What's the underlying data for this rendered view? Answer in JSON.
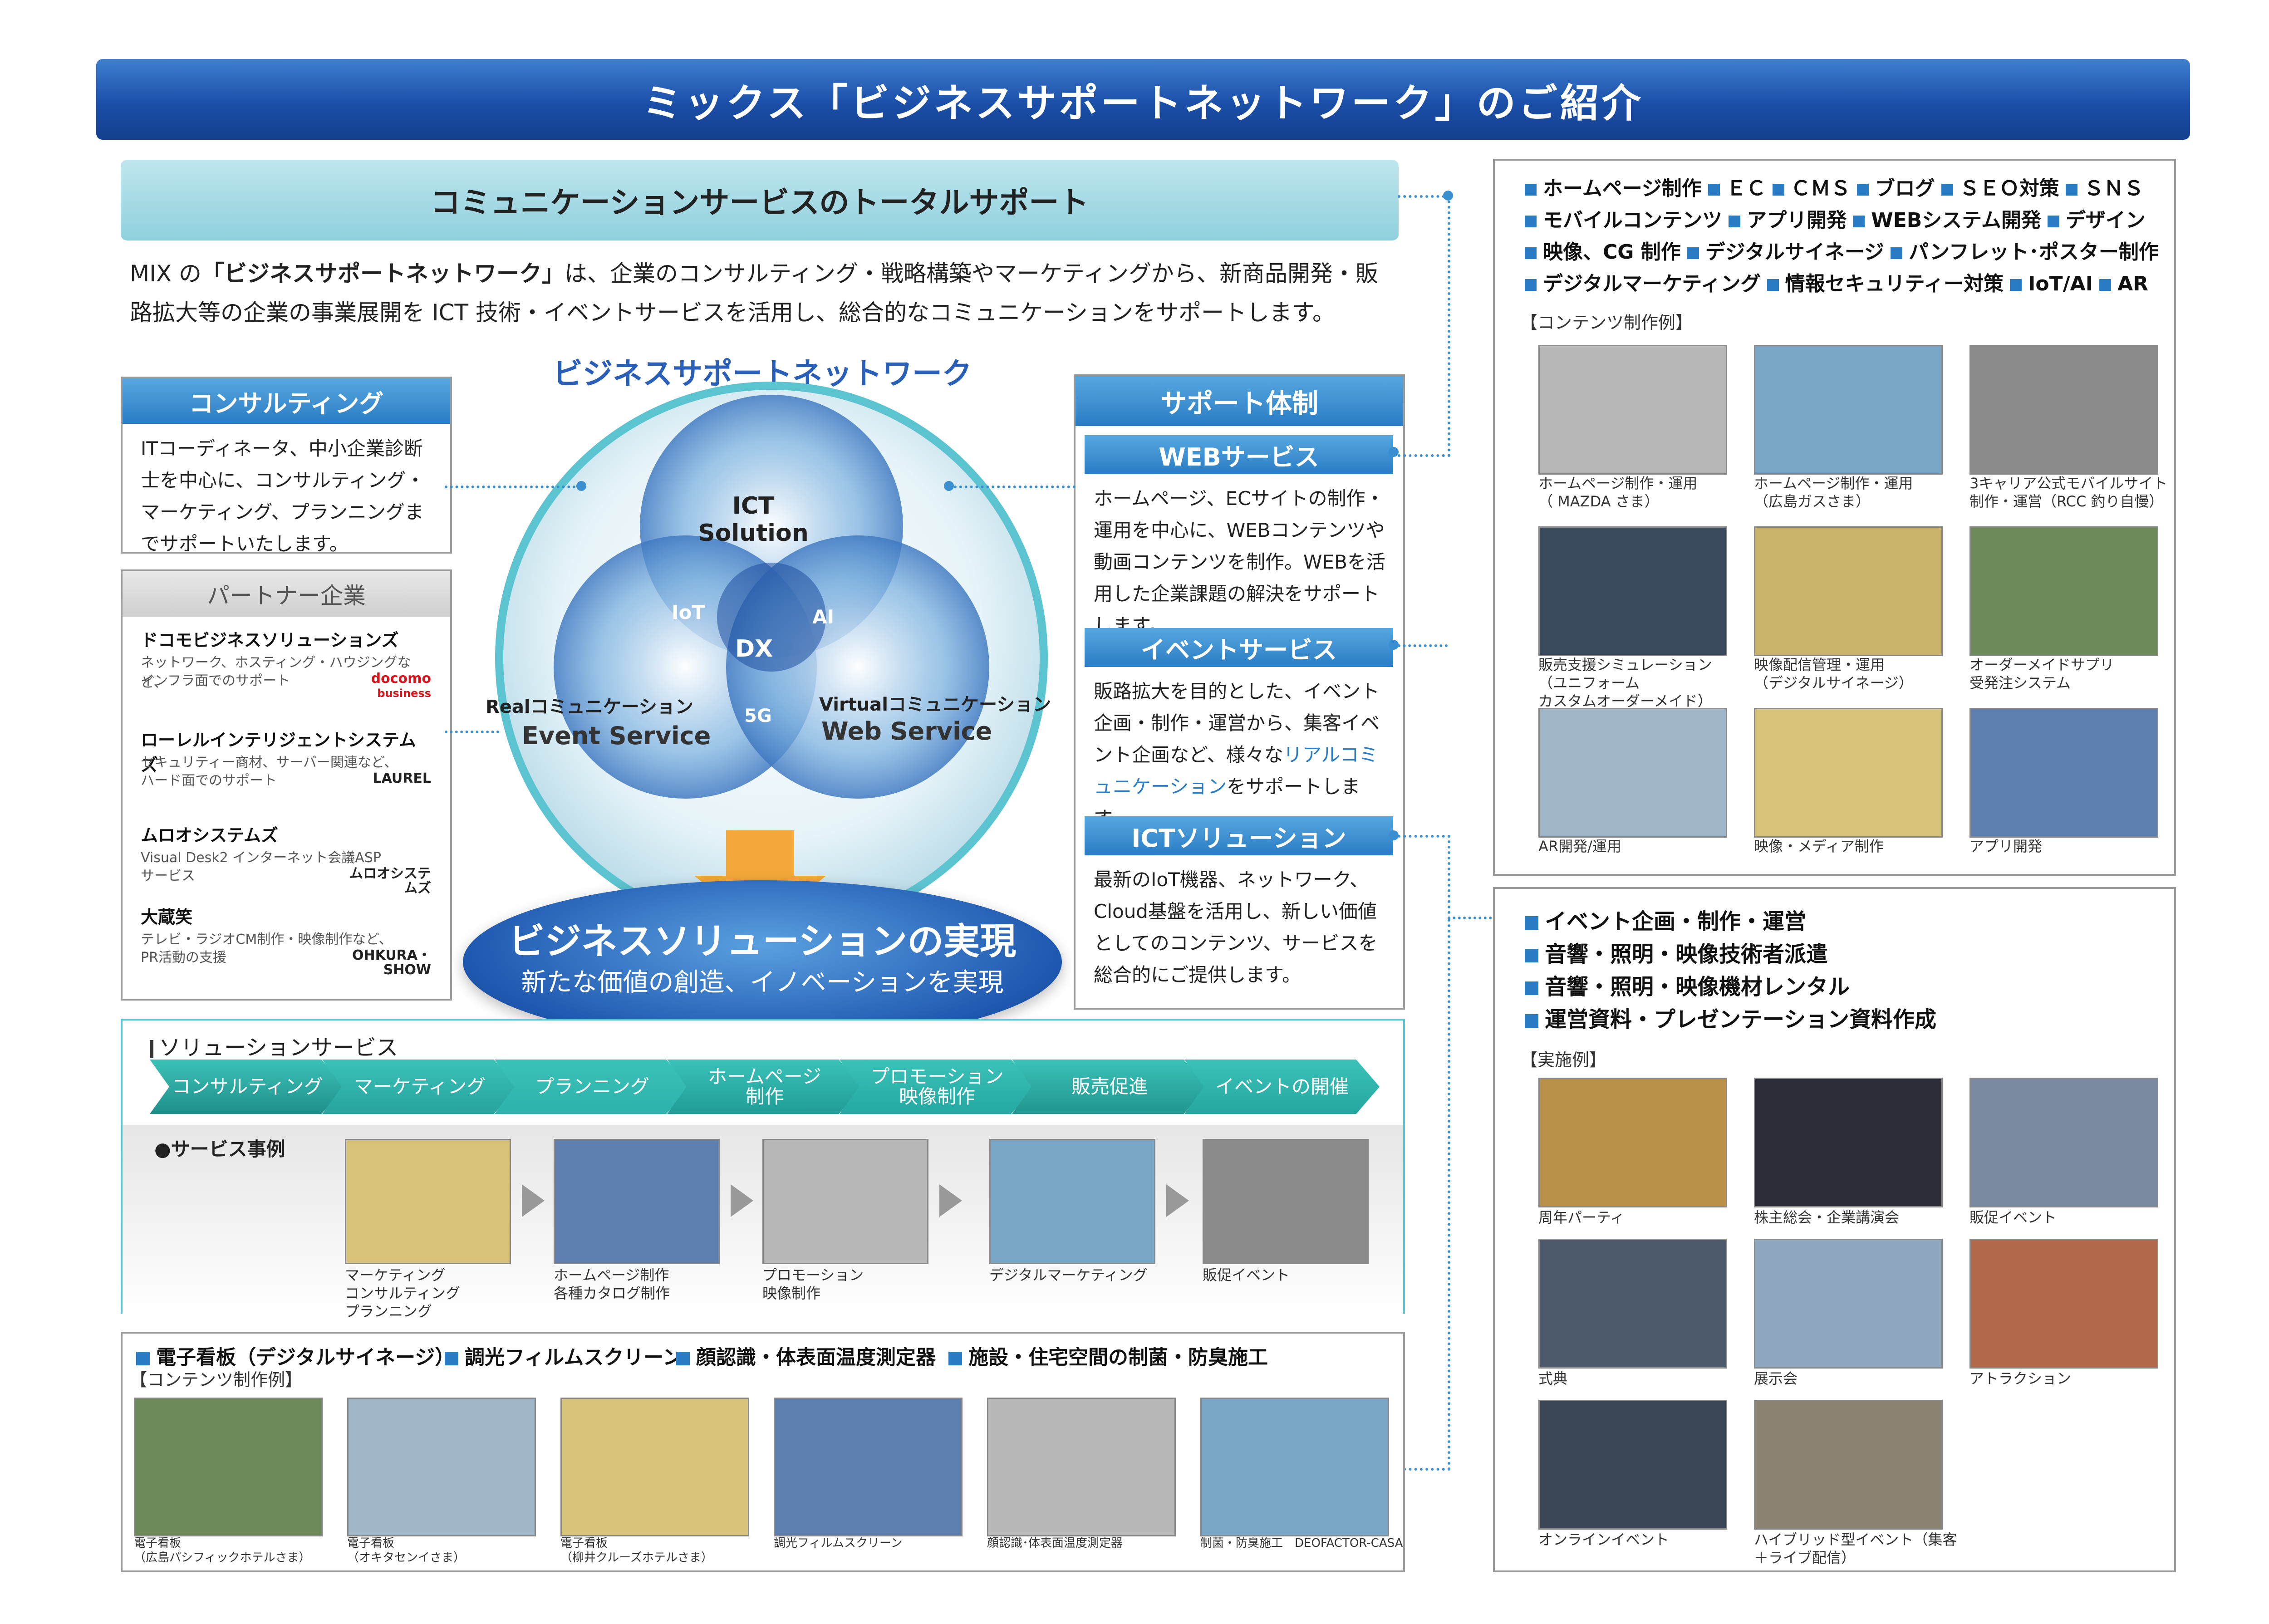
{
  "banner_title": "ミックス「ビジネスサポートネットワーク」のご紹介",
  "comm": {
    "title": "コミュニケーションサービスのトータルサポート",
    "intro_line1_pre": "MIX の",
    "intro_line1_bold": "「ビジネスサポートネットワーク」",
    "intro_line1_post": "は、企業のコンサルティング・戦略構築やマーケティングから、新商品開発・販",
    "intro_line2": "路拡大等の企業の事業展開を ICT 技術・イベントサービスを活用し、総合的なコミュニケーションをサポートします。"
  },
  "network": {
    "title": "ビジネスサポートネットワーク",
    "ict": "ICT Solution",
    "iot": "IoT",
    "ai": "AI",
    "dx": "DX",
    "fiveg": "5G",
    "real_label": "Realコミュニケーション",
    "event_service": "Event Service",
    "virtual_label": "Virtualコミュニケーション",
    "web_service": "Web Service",
    "solution_title": "ビジネスソリューションの実現",
    "solution_sub": "新たな価値の創造、イノベーションを実現"
  },
  "consulting": {
    "title": "コンサルティング",
    "body": "ITコーディネータ、中小企業診断士を中心に、コンサルティング・マーケティング、プランニングまでサポートいたします。"
  },
  "partners": {
    "title": "パートナー企業",
    "items": [
      {
        "name": "ドコモビジネスソリューションズ",
        "desc1": "ネットワーク、ホスティング・ハウジングなど、",
        "desc2": "インフラ面でのサポート",
        "logo": "docomo",
        "logo2": "business"
      },
      {
        "name": "ローレルインテリジェントシステムズ",
        "desc1": "セキュリティー商材、サーバー関連など、",
        "desc2": "ハード面でのサポート",
        "logo": "LAUREL",
        "logo2": ""
      },
      {
        "name": "ムロオシステムズ",
        "desc1": "Visual Desk2 インターネット会議ASP",
        "desc2": "サービス",
        "logo": "ムロオシステムズ",
        "logo2": ""
      },
      {
        "name": "大蔵笑",
        "desc1": "テレビ・ラジオCM制作・映像制作など、",
        "desc2": "PR活動の支援",
        "logo": "OHKURA・SHOW",
        "logo2": ""
      }
    ]
  },
  "support": {
    "title": "サポート体制",
    "web_title": "WEBサービス",
    "web_body": "ホームページ、ECサイトの制作・運用を中心に、WEBコンテンツや動画コンテンツを制作。WEBを活用した企業課題の解決をサポートします。",
    "event_title": "イベントサービス",
    "event_body_pre": "販路拡大を目的とした、イベント企画・制作・運営から、集客イベント企画など、様々な",
    "event_body_link": "リアルコミュニケーション",
    "event_body_post": "をサポートします。",
    "ict_title": "ICTソリューション",
    "ict_body": "最新のIoT機器、ネットワーク、Cloud基盤を活用し、新しい価値としてのコンテンツ、サービスを総合的にご提供します。"
  },
  "solution_service": {
    "title": "ソリューションサービス",
    "steps": [
      {
        "l1": "コンサルティング",
        "l2": ""
      },
      {
        "l1": "マーケティング",
        "l2": ""
      },
      {
        "l1": "プランニング",
        "l2": ""
      },
      {
        "l1": "ホームページ",
        "l2": "制作"
      },
      {
        "l1": "プロモーション",
        "l2": "映像制作"
      },
      {
        "l1": "販売促進",
        "l2": ""
      },
      {
        "l1": "イベントの開催",
        "l2": ""
      }
    ],
    "cases_title": "●サービス事例",
    "cases": [
      {
        "l1": "マーケティング",
        "l2": "コンサルティング",
        "l3": "プランニング"
      },
      {
        "l1": "ホームページ制作",
        "l2": "各種カタログ制作",
        "l3": ""
      },
      {
        "l1": "プロモーション",
        "l2": "映像制作",
        "l3": ""
      },
      {
        "l1": "デジタルマーケティング",
        "l2": "",
        "l3": ""
      },
      {
        "l1": "販促イベント",
        "l2": "",
        "l3": ""
      }
    ]
  },
  "signage": {
    "items": [
      "電子看板（デジタルサイネージ）",
      "調光フィルムスクリーン",
      "顔認識・体表面温度測定器",
      "施設・住宅空間の制菌・防臭施工"
    ],
    "examples_label": "【コンテンツ制作例】",
    "thumbs": [
      {
        "l1": "電子看板",
        "l2": "（広島パシフィックホテルさま）"
      },
      {
        "l1": "電子看板",
        "l2": "（オキタセンイさま）"
      },
      {
        "l1": "電子看板",
        "l2": "（柳井クルーズホテルさま）"
      },
      {
        "l1": "調光フィルムスクリーン",
        "l2": ""
      },
      {
        "l1": "顔認識･体表面温度測定器",
        "l2": ""
      },
      {
        "l1": "制菌・防臭施工　DEOFACTOR-CASA",
        "l2": ""
      }
    ]
  },
  "web_panel": {
    "list_rows": [
      [
        "ホームページ制作",
        "ＥＣ",
        "ＣＭＳ",
        "ブログ",
        "ＳＥＯ対策",
        "ＳＮＳ"
      ],
      [
        "モバイルコンテンツ",
        "アプリ開発",
        "WEBシステム開発",
        "デザイン"
      ],
      [
        "映像、CG 制作",
        "デジタルサイネージ",
        "パンフレット･ポスター制作"
      ],
      [
        "デジタルマーケティング",
        "情報セキュリティー対策",
        "IoT/AI",
        "AR"
      ]
    ],
    "examples_label": "【コンテンツ制作例】",
    "thumbs": [
      {
        "l1": "ホームページ制作・運用",
        "l2": "（ MAZDA さま）",
        "l3": ""
      },
      {
        "l1": "ホームページ制作・運用",
        "l2": "（広島ガスさま）",
        "l3": ""
      },
      {
        "l1": "3キャリア公式モバイルサイト",
        "l2": "制作・運営（RCC 釣り自慢）",
        "l3": ""
      },
      {
        "l1": "販売支援シミュレーション",
        "l2": "（ユニフォーム",
        "l3": "カスタムオーダーメイド）"
      },
      {
        "l1": "映像配信管理・運用",
        "l2": "（デジタルサイネージ）",
        "l3": ""
      },
      {
        "l1": "オーダーメイドサプリ",
        "l2": "受発注システム",
        "l3": ""
      },
      {
        "l1": "AR開発/運用",
        "l2": "",
        "l3": ""
      },
      {
        "l1": "映像・メディア制作",
        "l2": "",
        "l3": ""
      },
      {
        "l1": "アプリ開発",
        "l2": "",
        "l3": ""
      }
    ]
  },
  "event_panel": {
    "list": [
      "イベント企画・制作・運営",
      "音響・照明・映像技術者派遣",
      "音響・照明・映像機材レンタル",
      "運営資料・プレゼンテーション資料作成"
    ],
    "examples_label": "【実施例】",
    "thumbs": [
      "周年パーティ",
      "株主総会・企業講演会",
      "販促イベント",
      "式典",
      "展示会",
      "アトラクション",
      "オンラインイベント",
      "ハイブリッド型イベント（集客＋ライブ配信）"
    ]
  },
  "colors": {
    "banner": "#1b4fa8",
    "accent_blue": "#2a7cc4",
    "teal_arrow": "#1ea5a0",
    "dot_line": "#3a8fd0"
  }
}
